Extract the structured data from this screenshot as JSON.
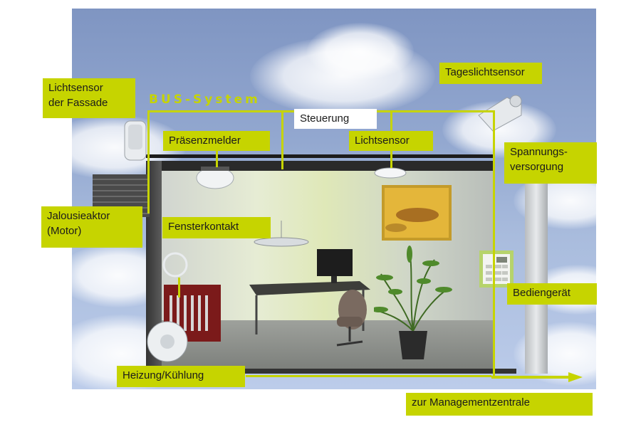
{
  "diagram": {
    "bus_title": "BUS-System",
    "labels": {
      "lichtsensor_fassade": [
        "Lichtsensor",
        "der Fassade"
      ],
      "steuerung": "Steuerung",
      "tageslichtsensor": "Tageslichtsensor",
      "praesenzmelder": "Präsenzmelder",
      "lichtsensor": "Lichtsensor",
      "spannungsversorgung": [
        "Spannungs-",
        "versorgung"
      ],
      "jalousieaktor": [
        "Jalousieaktor",
        "(Motor)"
      ],
      "fensterkontakt": "Fensterkontakt",
      "bediengeraet": "Bediengerät",
      "heizung_kuehlung": "Heizung/Kühlung",
      "managementzentrale": "zur Managementzentrale"
    },
    "colors": {
      "bus": "#c6d400",
      "label_bg": "#c6d400",
      "steuerung_bg": "#ffffff",
      "sky": "#93a8d0"
    }
  }
}
